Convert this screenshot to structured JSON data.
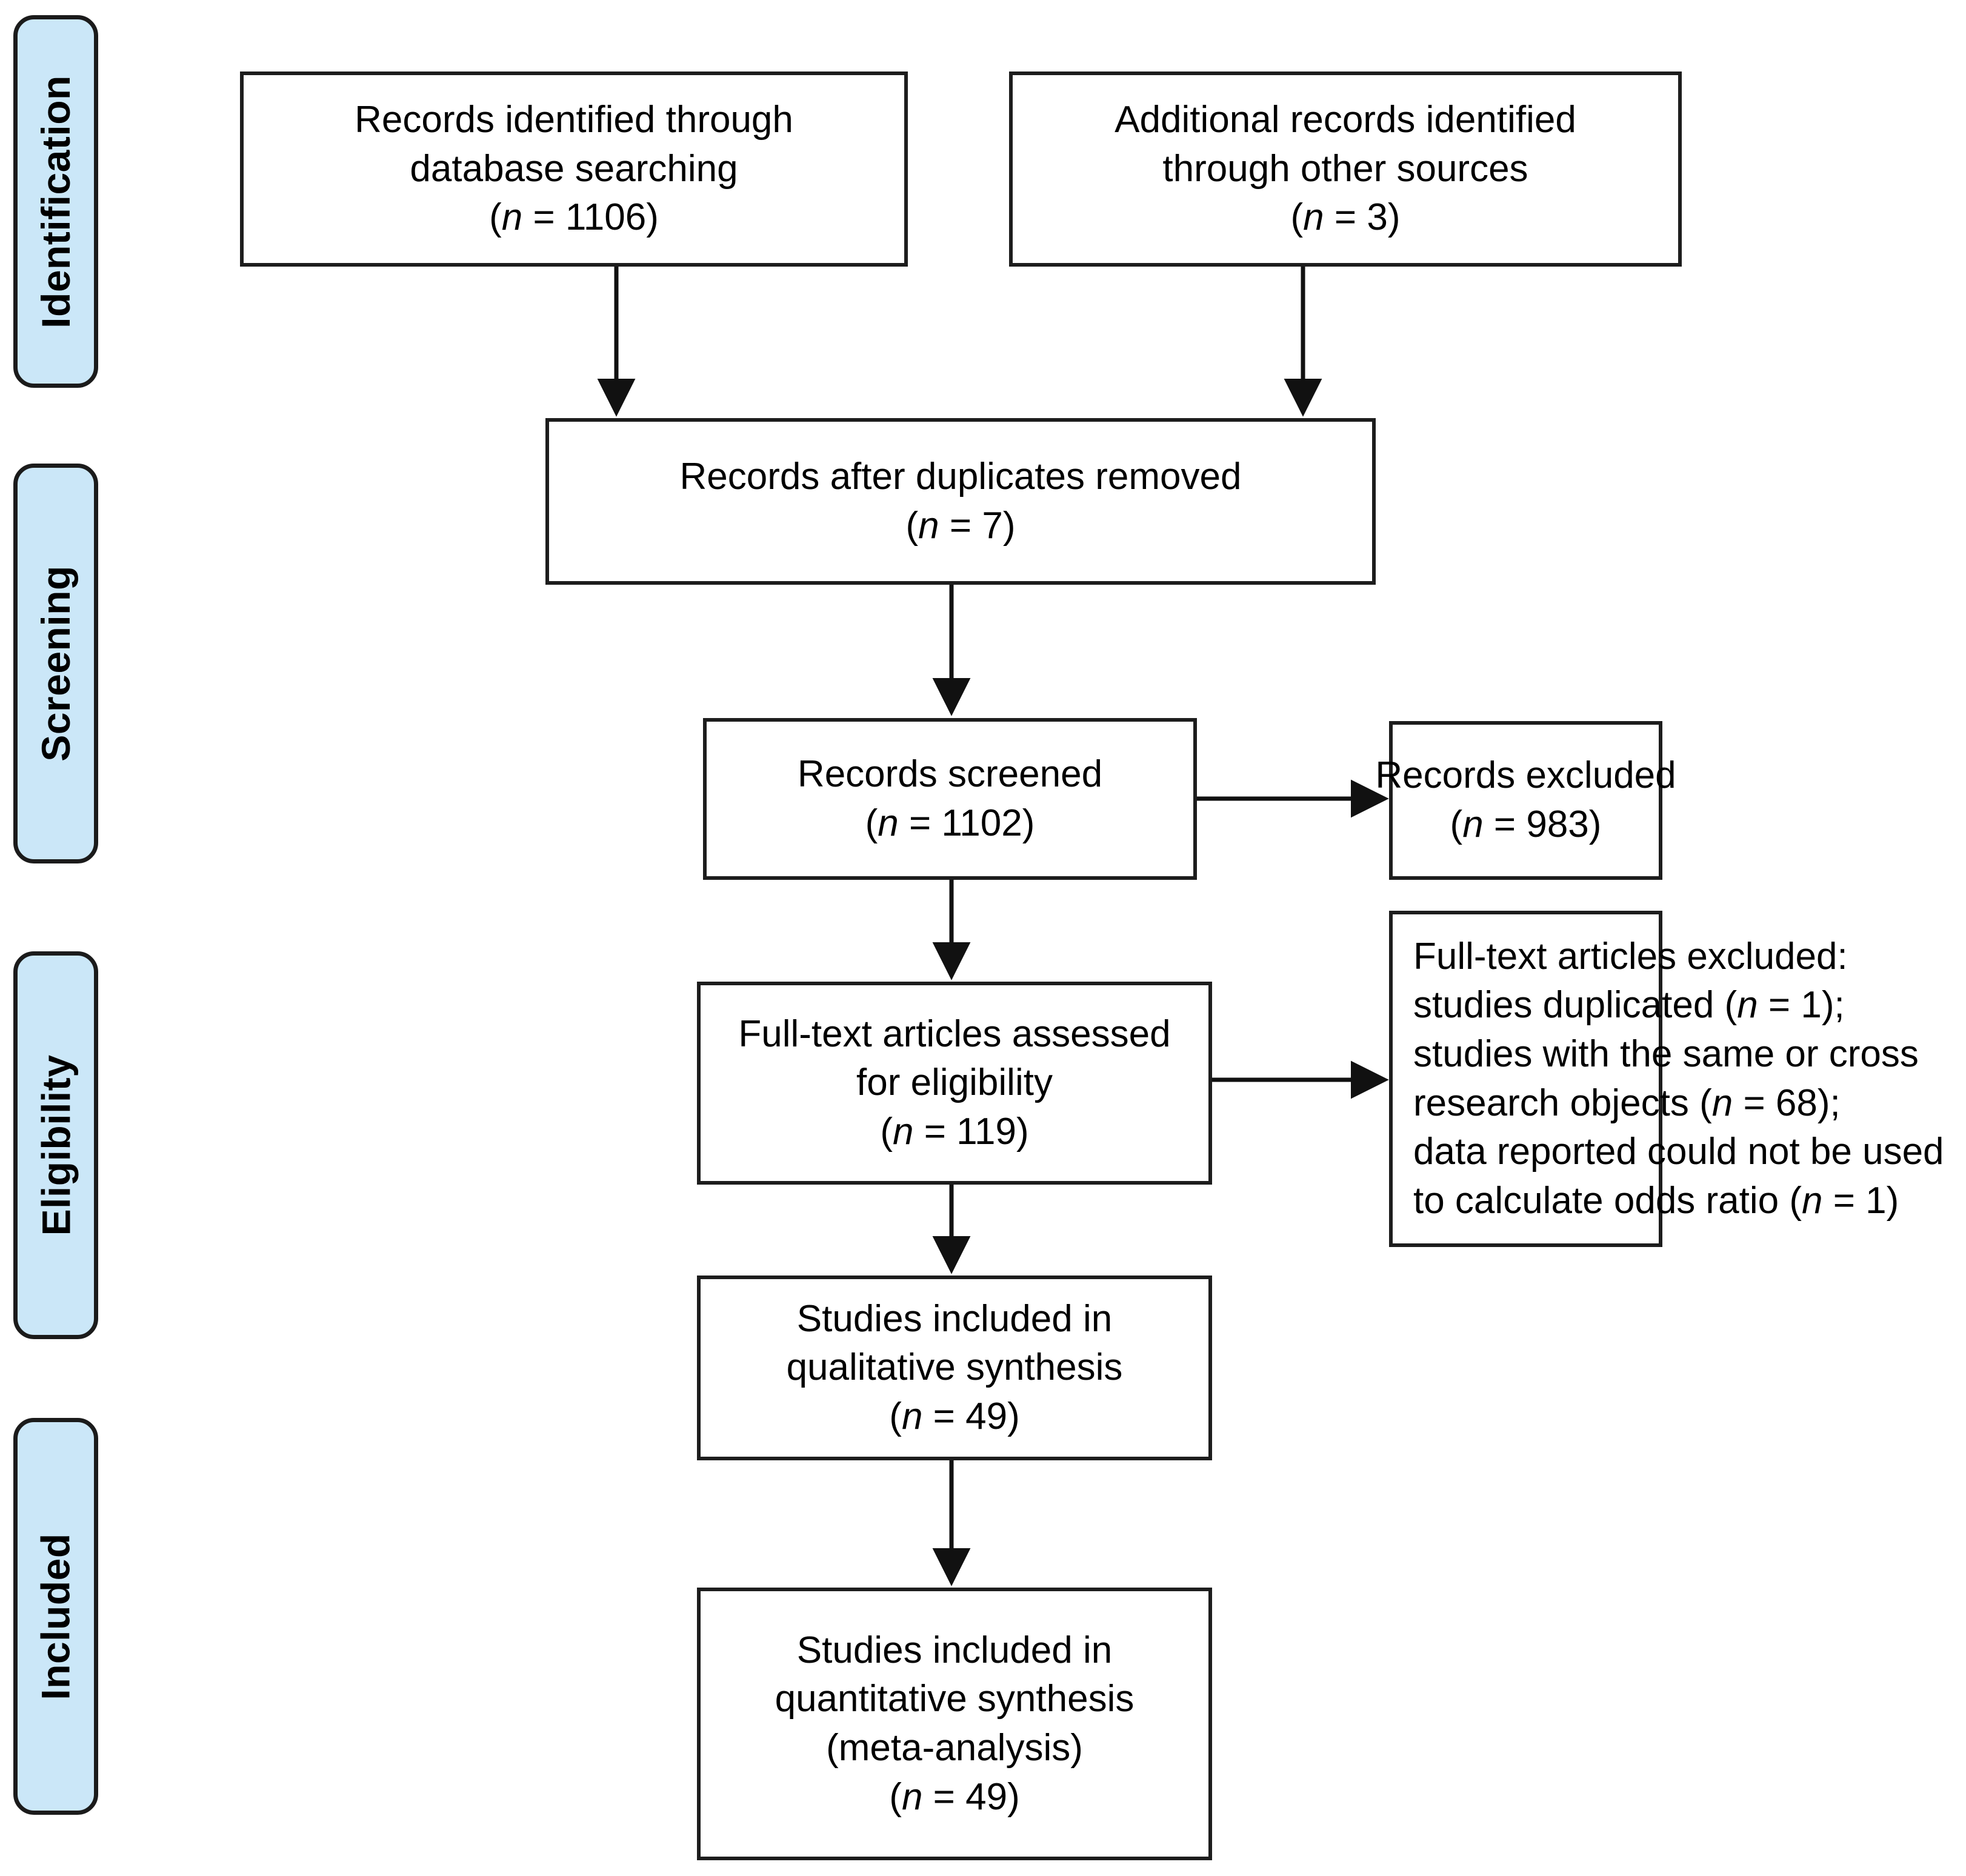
{
  "diagram": {
    "title": "PRISMA flow diagram",
    "colors": {
      "stage_fill": "#cbe7f8",
      "stroke": "#1b1b1b",
      "box_fill": "#ffffff"
    },
    "stages": [
      {
        "id": "identification",
        "label": "Identification"
      },
      {
        "id": "screening",
        "label": "Screening"
      },
      {
        "id": "eligibility",
        "label": "Eligibility"
      },
      {
        "id": "included",
        "label": "Included"
      }
    ],
    "boxes": {
      "db_search": {
        "lines": [
          "Records identified through",
          "database searching"
        ],
        "count_prefix": "(",
        "count_var": "n",
        "count_eq": " = ",
        "count_value": "1106",
        "count_suffix": ")"
      },
      "other_sources": {
        "lines": [
          "Additional records identified",
          "through other sources"
        ],
        "count_prefix": "(",
        "count_var": "n",
        "count_eq": " = ",
        "count_value": "3",
        "count_suffix": ")"
      },
      "duplicates_removed": {
        "lines": [
          "Records after duplicates removed"
        ],
        "count_prefix": "(",
        "count_var": "n",
        "count_eq": " = ",
        "count_value": "7",
        "count_suffix": ")"
      },
      "records_screened": {
        "lines": [
          "Records screened"
        ],
        "count_prefix": "(",
        "count_var": "n",
        "count_eq": " = ",
        "count_value": "1102",
        "count_suffix": ")"
      },
      "records_excluded": {
        "lines": [
          "Records excluded"
        ],
        "count_prefix": "(",
        "count_var": "n",
        "count_eq": " = ",
        "count_value": "983",
        "count_suffix": ")"
      },
      "fulltext_assessed": {
        "lines": [
          "Full-text articles assessed",
          "for eligibility"
        ],
        "count_prefix": "(",
        "count_var": "n",
        "count_eq": " = ",
        "count_value": "119",
        "count_suffix": ")"
      },
      "fulltext_excluded": {
        "heading": "Full-text articles excluded:",
        "reasons": [
          {
            "text_before": "studies duplicated (",
            "var": "n",
            "eq": " = ",
            "value": "1",
            "text_after": ");"
          },
          {
            "text_before": "studies with the same or cross",
            "var": "",
            "eq": "",
            "value": "",
            "text_after": ""
          },
          {
            "text_before": "research objects (",
            "var": "n",
            "eq": " = ",
            "value": "68",
            "text_after": ");"
          },
          {
            "text_before": "data reported could not be used",
            "var": "",
            "eq": "",
            "value": "",
            "text_after": ""
          },
          {
            "text_before": "to calculate odds ratio (",
            "var": "n",
            "eq": " = ",
            "value": "1",
            "text_after": ")"
          }
        ]
      },
      "qualitative_synthesis": {
        "lines": [
          "Studies included in",
          "qualitative synthesis"
        ],
        "count_prefix": "(",
        "count_var": "n",
        "count_eq": " = ",
        "count_value": "49",
        "count_suffix": ")"
      },
      "quantitative_synthesis": {
        "lines": [
          "Studies included in",
          "quantitative synthesis",
          "(meta-analysis)"
        ],
        "count_prefix": "(",
        "count_var": "n",
        "count_eq": " = ",
        "count_value": "49",
        "count_suffix": ")"
      }
    }
  }
}
